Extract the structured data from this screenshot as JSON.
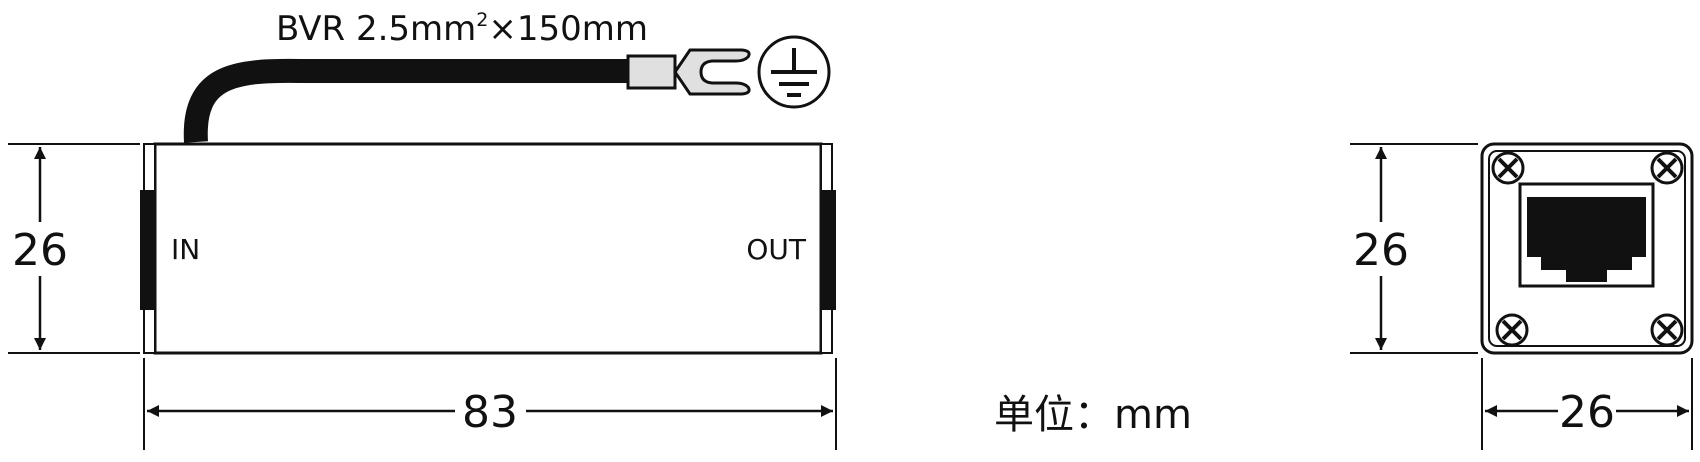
{
  "cable_label": {
    "prefix": "BVR 2.5mm",
    "superscript": "2",
    "suffix": "×150mm"
  },
  "side_view": {
    "height_label": "26",
    "length_label": "83",
    "input_label": "IN",
    "output_label": "OUT"
  },
  "end_view": {
    "height_label": "26",
    "width_label": "26"
  },
  "unit_label": "单位：mm",
  "icons": [
    "ground-icon",
    "screw-icon",
    "rj45-port-icon",
    "ring-terminal-icon"
  ],
  "colors": {
    "stroke": "#111111",
    "background": "#ffffff",
    "terminal_fill": "#e0e0e0"
  }
}
